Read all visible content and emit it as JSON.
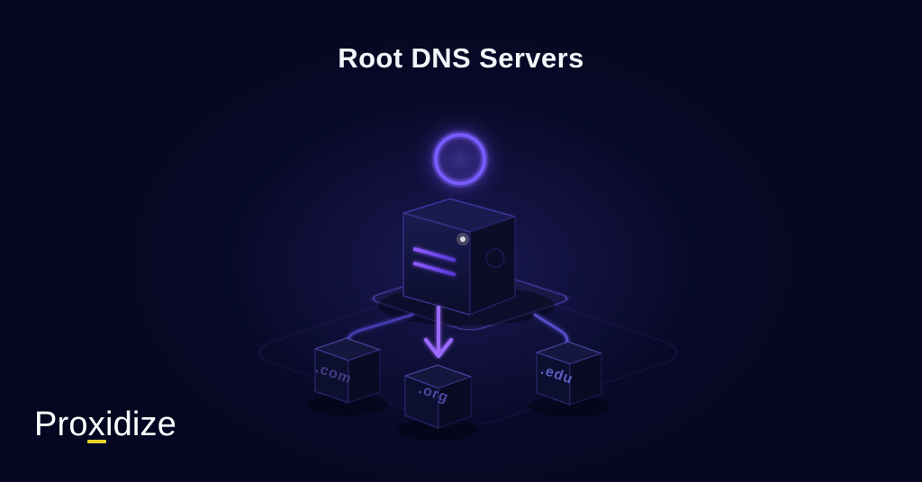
{
  "page": {
    "title": "Root DNS Servers"
  },
  "diagram": {
    "root_node_icon": "server-with-glowing-orb",
    "arrow_icon": "down-arrow",
    "tld_nodes": [
      {
        "label": ".com"
      },
      {
        "label": ".org"
      },
      {
        "label": ".edu"
      }
    ]
  },
  "branding": {
    "logo_pre": "Pro",
    "logo_accent": "x",
    "logo_post": "idize"
  },
  "colors": {
    "background": "#050722",
    "title_text": "#f4f5fa",
    "logo_text": "#ffffff",
    "underline_color": "#e9d32a",
    "glow_purple": "#7a5cff",
    "arrow_purple": "#9a6bff",
    "line_purple": "#4c40bd",
    "line_blue": "#5a55d8",
    "server_edge": "#3b34a0",
    "platform_edge": "#463ea8",
    "box_fill_top": "#15173e",
    "box_fill_front": "#0d0f30",
    "box_fill_side": "#090b24",
    "label_text": "#4b46a0",
    "vent_purple": "#7b52f0"
  }
}
